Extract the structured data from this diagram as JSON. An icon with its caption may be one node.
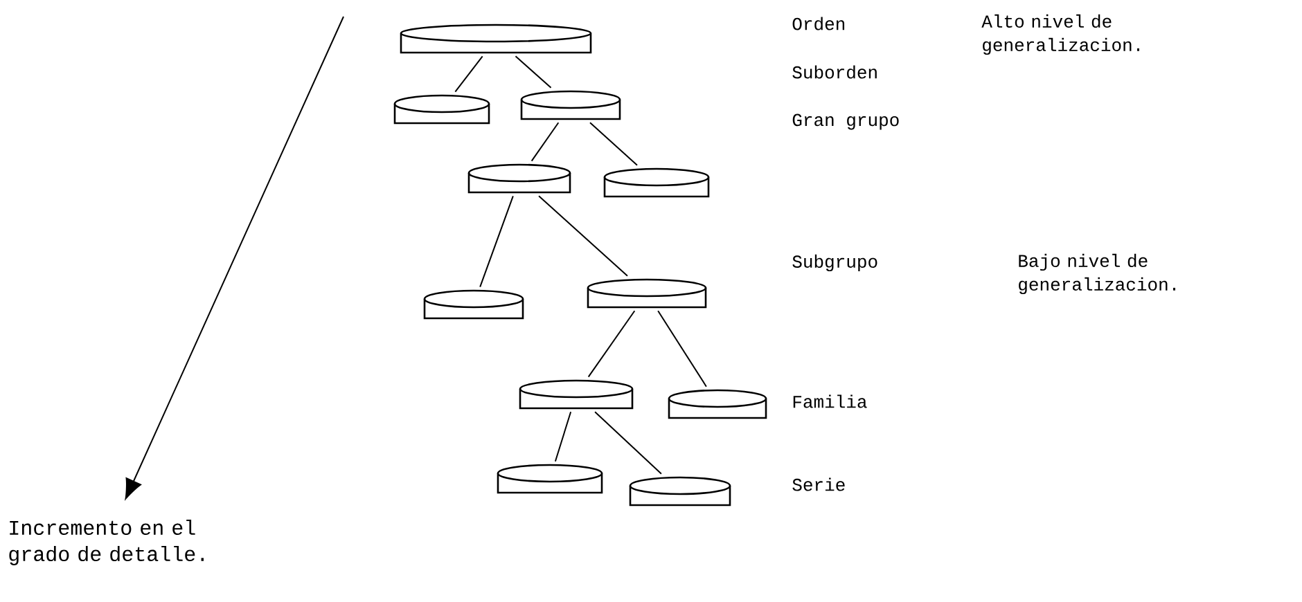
{
  "diagram": {
    "nodes": [
      {
        "text": [],
        "shape": "cylinder"
      },
      {
        "text": [],
        "shape": "cylinder"
      },
      {
        "text": [],
        "shape": "cylinder"
      },
      {
        "text": [],
        "shape": "cylinder"
      },
      {
        "text": [],
        "shape": "cylinder"
      },
      {
        "text": [],
        "shape": "cylinder"
      },
      {
        "text": [],
        "shape": "cylinder"
      },
      {
        "text": [],
        "shape": "cylinder"
      },
      {
        "text": [],
        "shape": "cylinder"
      },
      {
        "text": [],
        "shape": "cylinder"
      },
      {
        "text": [],
        "shape": "cylinder"
      }
    ],
    "edges": [
      {
        "from": 0,
        "to": 1,
        "arrow": "none"
      },
      {
        "from": 0,
        "to": 2,
        "arrow": "none"
      },
      {
        "from": 2,
        "to": 3,
        "arrow": "none"
      },
      {
        "from": 2,
        "to": 4,
        "arrow": "none"
      },
      {
        "from": 3,
        "to": 5,
        "arrow": "none"
      },
      {
        "from": 3,
        "to": 6,
        "arrow": "none"
      },
      {
        "from": 6,
        "to": 7,
        "arrow": "none"
      },
      {
        "from": 6,
        "to": 8,
        "arrow": "none"
      },
      {
        "from": 7,
        "to": 9,
        "arrow": "none"
      },
      {
        "from": 7,
        "to": 10,
        "arrow": "none"
      }
    ],
    "labels": [
      "Orden",
      "Alto nivel de generalizacion.",
      "Suborden",
      "Gran grupo",
      "Subgrupo",
      "Bajo nivel de generalizacion.",
      "Familia",
      "Serie",
      "Incremento en el grado de detalle."
    ]
  }
}
